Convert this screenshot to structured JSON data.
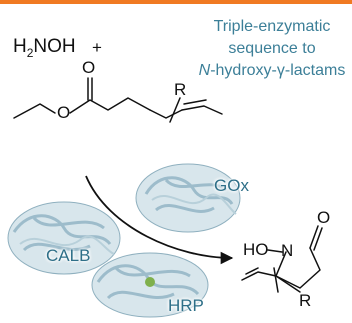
{
  "reagent": {
    "formula": "H2NOH",
    "h": "H",
    "sub": "2",
    "rest": "NOH",
    "plus": "+"
  },
  "substrate": {
    "o_carbonyl": "O",
    "o_ester": "O",
    "r_group": "R"
  },
  "title": {
    "line1": "Triple-enzymatic",
    "line2": "sequence to",
    "line3_prefix": "N",
    "line3_rest": "-hydroxy-γ-lactams"
  },
  "enzymes": {
    "gox": "GOx",
    "calb": "CALB",
    "hrp": "HRP"
  },
  "product": {
    "ho": "HO",
    "n": "N",
    "o": "O",
    "r_group": "R"
  },
  "colors": {
    "accent_bar": "#f07a22",
    "title_text": "#3c7f98",
    "enzyme_label": "#2e6f88",
    "protein": "#aec7d2"
  }
}
